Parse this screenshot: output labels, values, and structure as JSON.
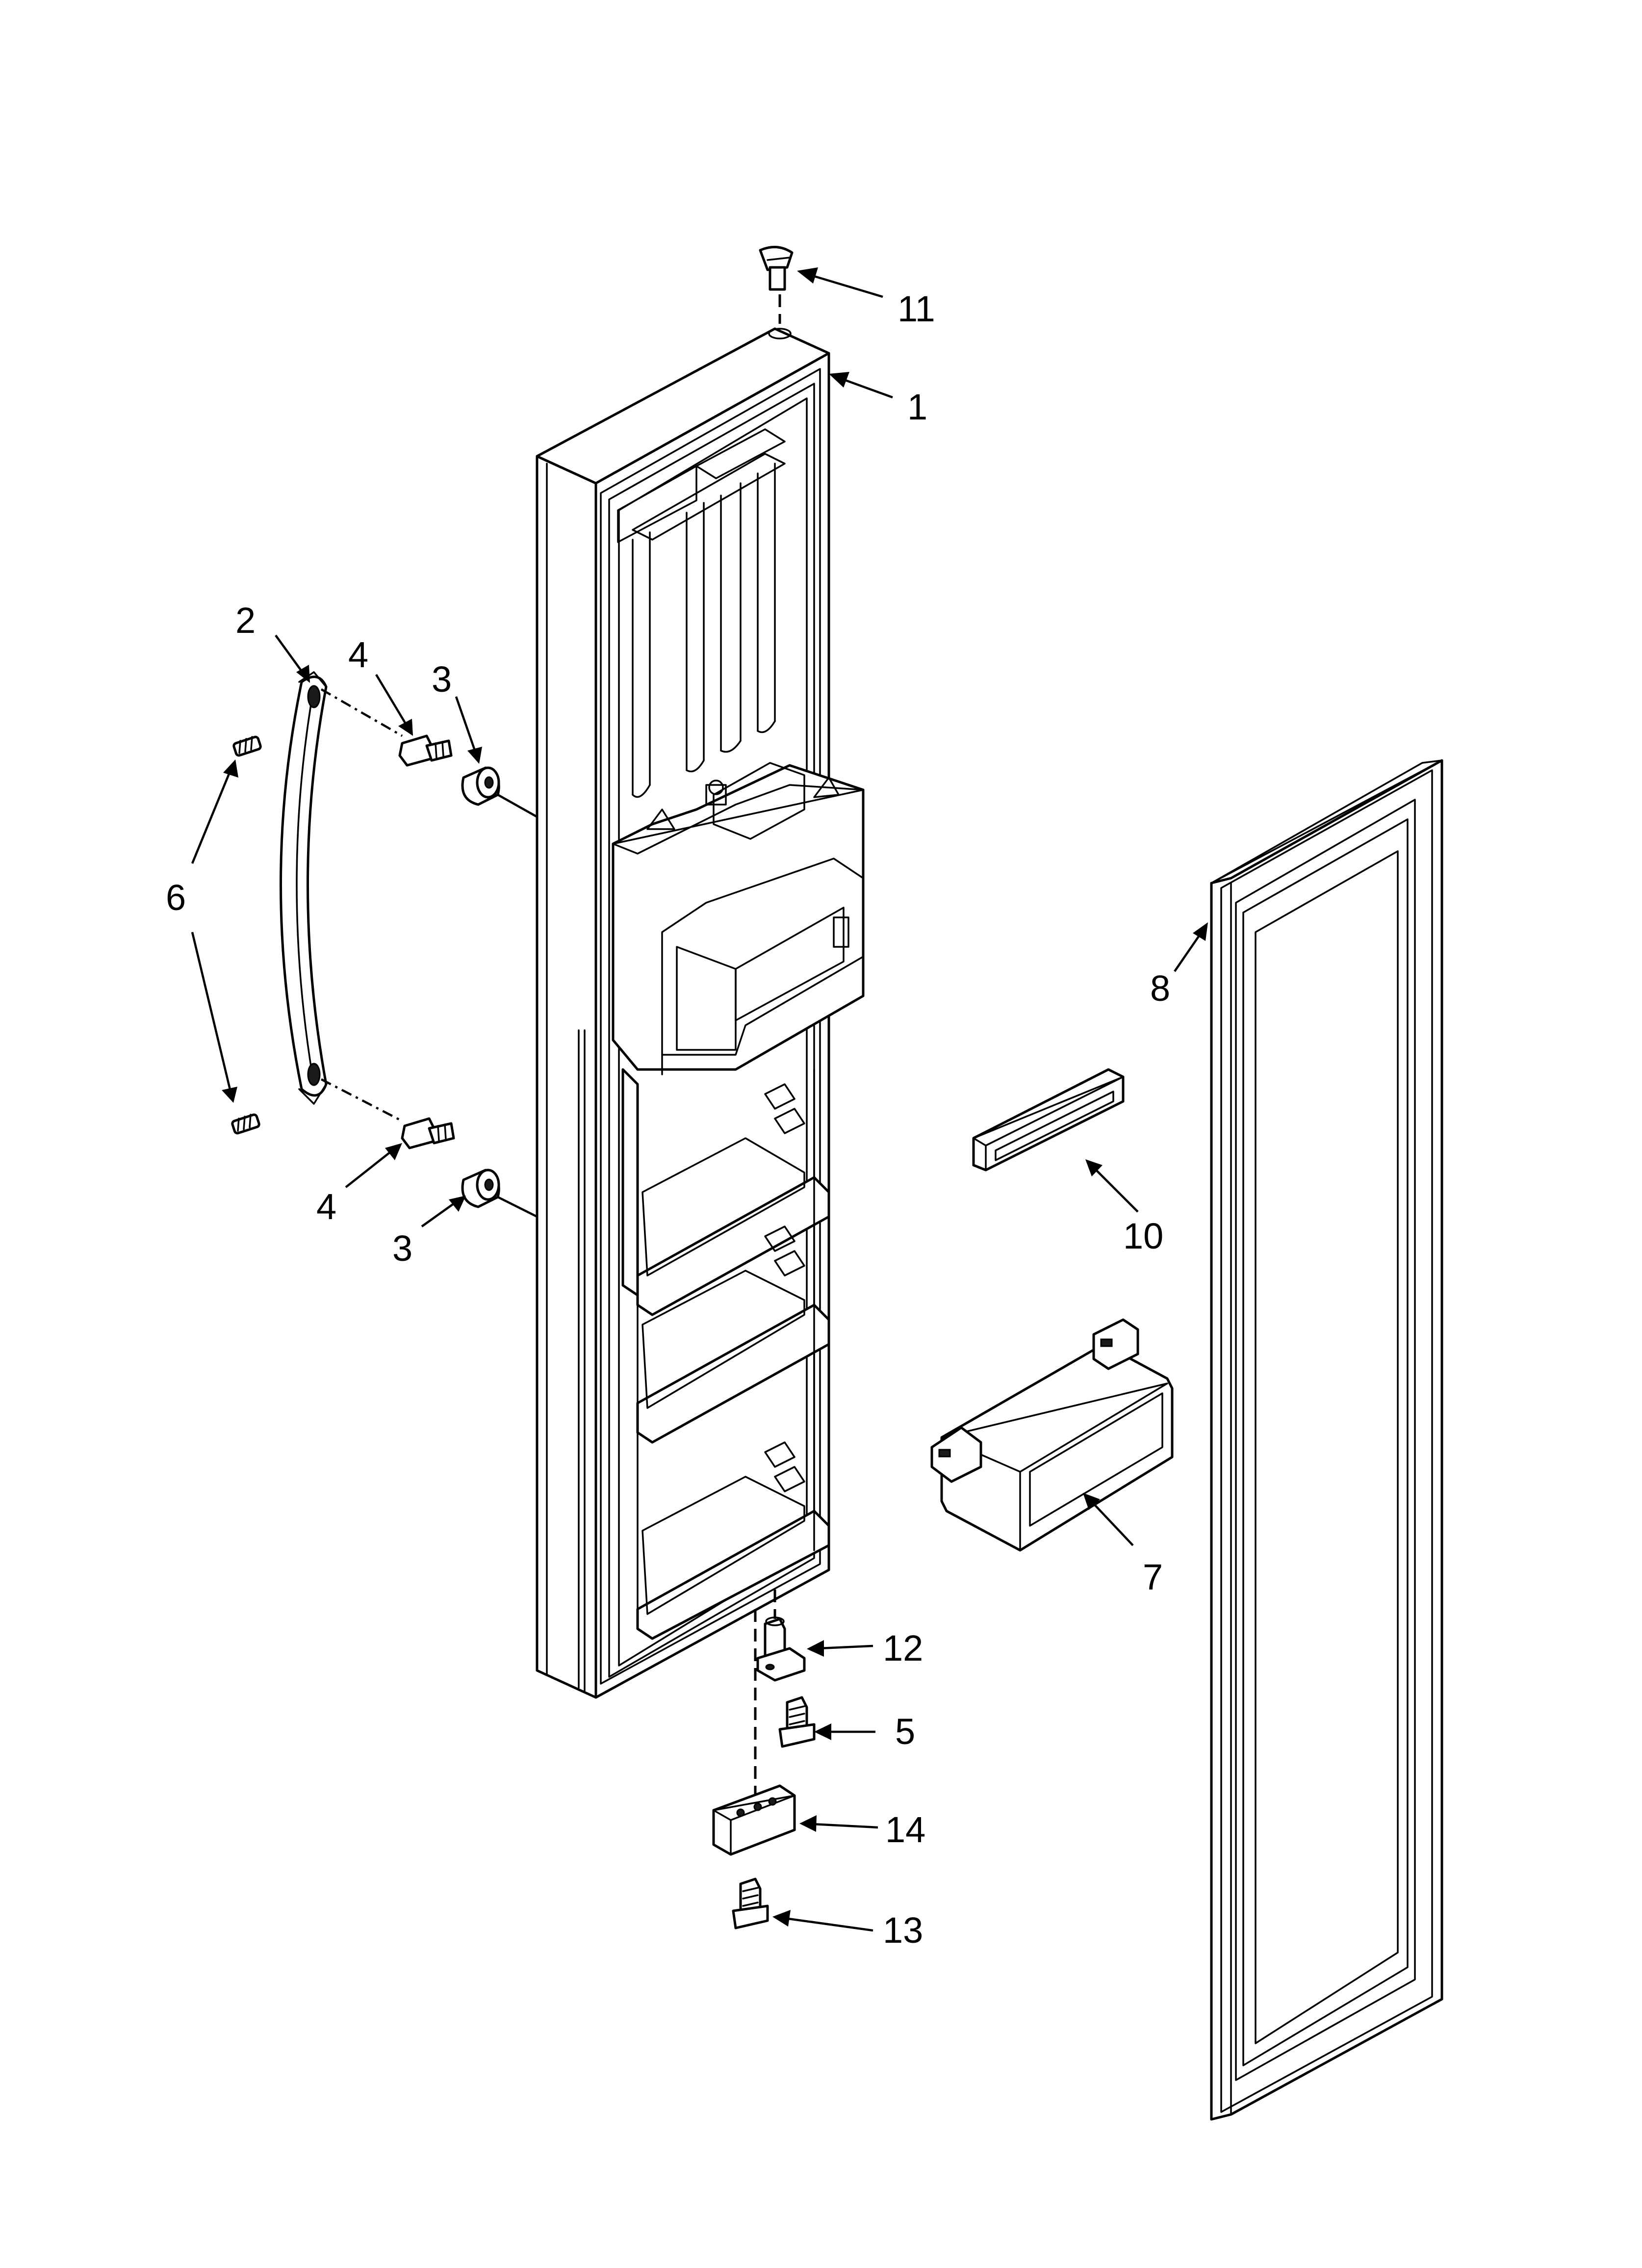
{
  "callouts": {
    "c1": "1",
    "c2": "2",
    "c3a": "3",
    "c3b": "3",
    "c4a": "4",
    "c4b": "4",
    "c5": "5",
    "c6": "6",
    "c7": "7",
    "c8": "8",
    "c10": "10",
    "c11": "11",
    "c12": "12",
    "c13": "13",
    "c14": "14"
  }
}
